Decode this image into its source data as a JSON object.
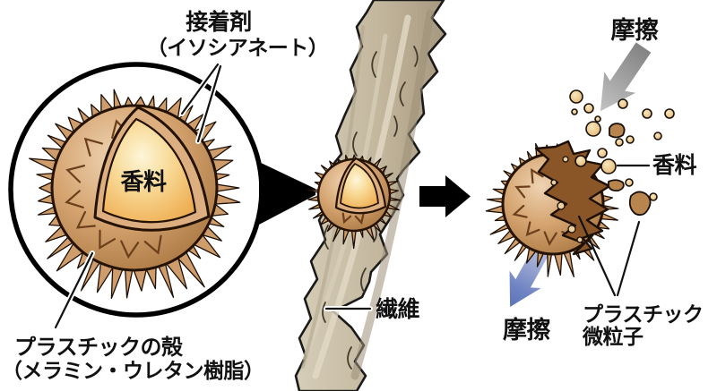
{
  "figure": {
    "description_type": "microcapsule-fragrance-diagram",
    "magnified_view": {
      "adhesive_label": "接着剤",
      "adhesive_sublabel": "（イソシアネート）",
      "core_label": "香料",
      "shell_label": "プラスチックの殻",
      "shell_sublabel": "（メラミン・ウレタン樹脂）"
    },
    "fiber_view": {
      "fiber_label": "繊維"
    },
    "friction_view": {
      "friction_top_label": "摩擦",
      "fragrance_label": "香料",
      "friction_bottom_label": "摩擦",
      "particles_label_line1": "プラスチック",
      "particles_label_line2": "微粒子"
    },
    "colors": {
      "shell": "#cf9c6b",
      "core": "#f5cc80",
      "rim": "#dcae80",
      "fiber": "#c3b79e",
      "crack": "#8a5527",
      "friction_arrow_gray": "#8c8c8c",
      "friction_arrow_blue": "#6d82c2",
      "outline": "#241203"
    }
  }
}
